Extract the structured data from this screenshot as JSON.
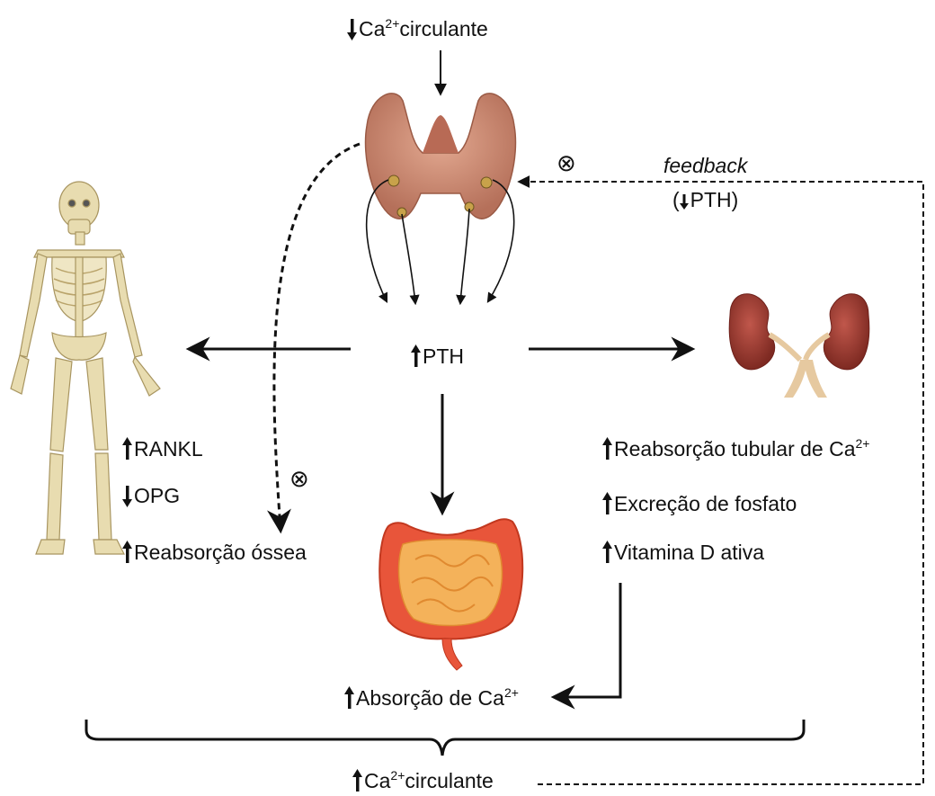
{
  "top_label": {
    "text": "Ca",
    "sup": "2+",
    "rest": "circulante",
    "arrow": "down"
  },
  "pth_label": {
    "text": "PTH",
    "arrow": "up"
  },
  "feedback": {
    "word": "feedback",
    "open": "(",
    "pth": "PTH)",
    "arrow": "down"
  },
  "bone_effects": [
    {
      "text": "RANKL",
      "arrow": "up"
    },
    {
      "text": "OPG",
      "arrow": "down"
    },
    {
      "text": "Reabsorção óssea",
      "arrow": "up"
    }
  ],
  "kidney_effects": [
    {
      "text": "Reabsorção tubular de Ca",
      "sup": "2+",
      "arrow": "up"
    },
    {
      "text": "Excreção de fosfato",
      "sup": "",
      "arrow": "up"
    },
    {
      "text": "Vitamina D ativa",
      "sup": "",
      "arrow": "up"
    }
  ],
  "intestine_label": {
    "text": "Absorção de Ca",
    "sup": "2+",
    "arrow": "up"
  },
  "bottom_label": {
    "text": "Ca",
    "sup": "2+",
    "rest": "circulante",
    "arrow": "up"
  },
  "inhibit_symbol": "⊗",
  "organs": [
    "thyroid-parathyroid-icon",
    "skeleton-icon",
    "kidneys-icon",
    "intestine-icon"
  ],
  "colors": {
    "thyroid": "#c98a72",
    "parathyroid": "#c8a24a",
    "bone": "#e8dcb0",
    "kidney": "#9c3a30",
    "ureter": "#e6c9a0",
    "colon": "#e8553a",
    "small_intestine": "#f4b25a"
  }
}
